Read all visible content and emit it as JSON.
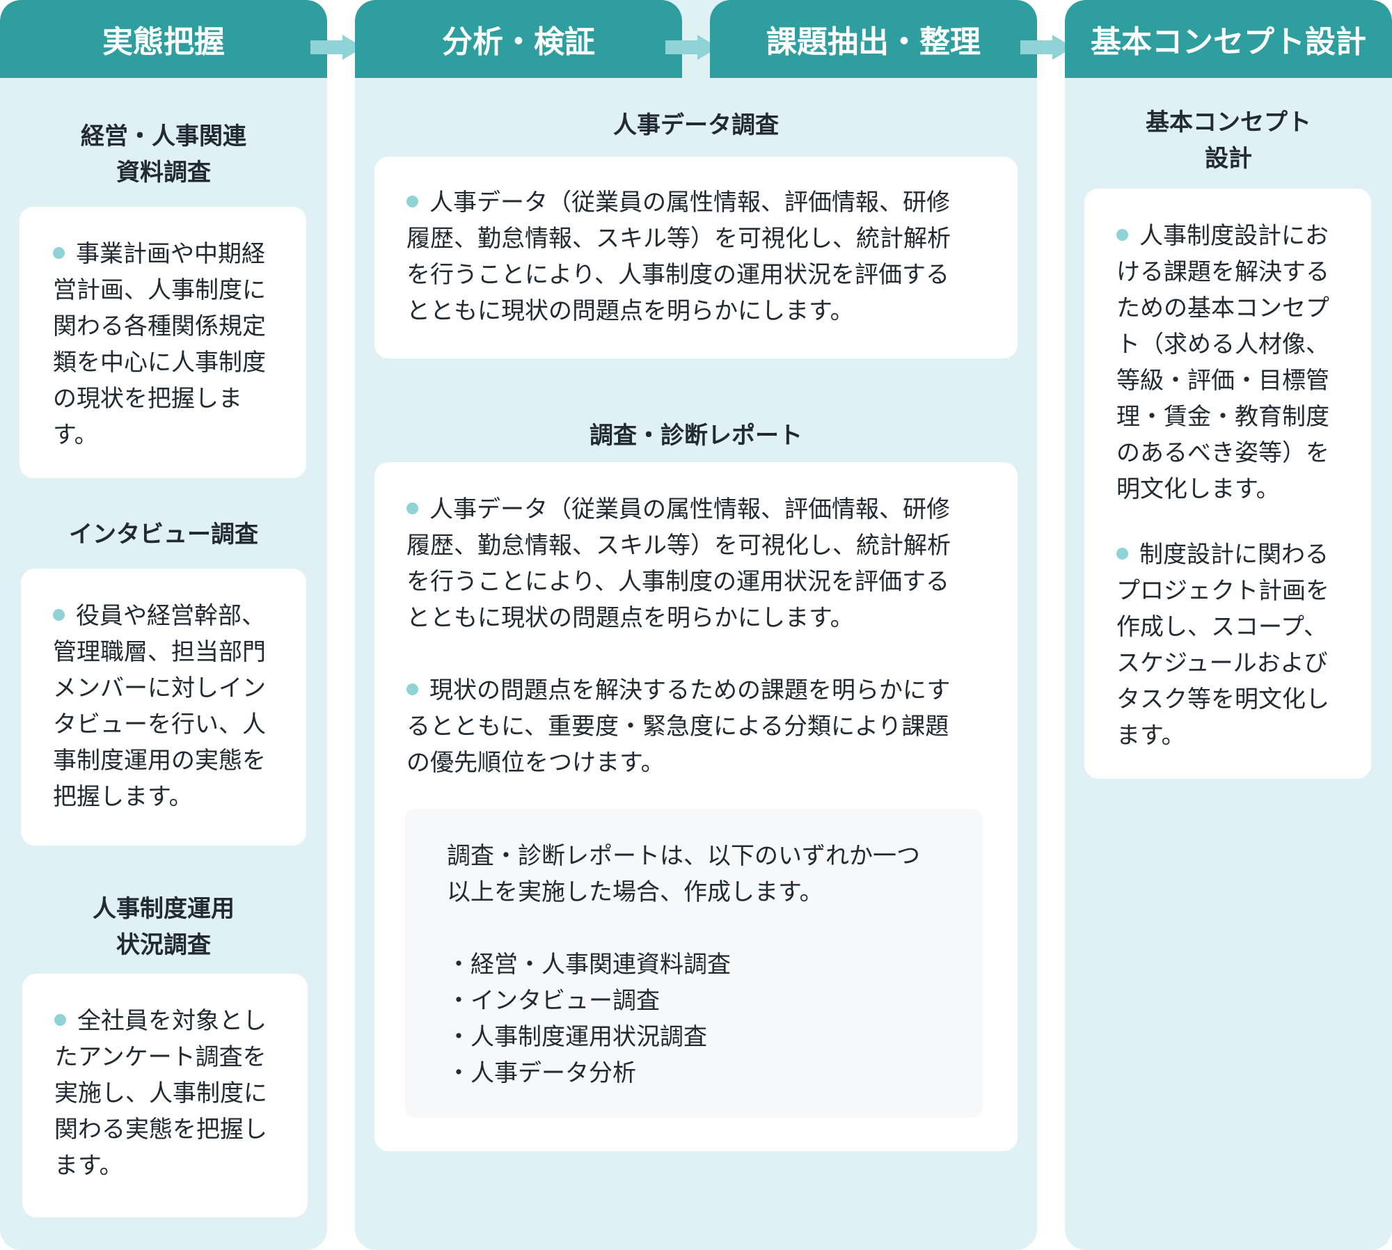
{
  "colors": {
    "header_bg": "#2f9e9e",
    "column_bg": "#dff1f5",
    "card_bg": "#ffffff",
    "bullet": "#8fd3d7",
    "arrow": "#8fd3d7",
    "note_bg": "#f6f8fa"
  },
  "flow": {
    "step1": {
      "header": "実態把握",
      "sections": [
        {
          "title": [
            "経営・人事関連",
            "資料調査"
          ],
          "lines": [
            "事業計画や中期経",
            "営計画、人事制度に",
            "関わる各種関係規定",
            "類を中心に人事制度",
            "の現状を把握しま",
            "す。"
          ]
        },
        {
          "title": [
            "インタビュー調査"
          ],
          "lines": [
            "役員や経営幹部、",
            "管理職層、担当部門",
            "メンバーに対しイン",
            "タビューを行い、人",
            "事制度運用の実態を",
            "把握します。"
          ]
        },
        {
          "title": [
            "人事制度運用",
            "状況調査"
          ],
          "lines": [
            "全社員を対象とし",
            "たアンケート調査を",
            "実施し、人事制度に",
            "関わる実態を把握し",
            "ます。"
          ]
        }
      ]
    },
    "step2": {
      "header": "分析・検証",
      "section1": {
        "title": "人事データ調査",
        "lines": [
          "人事データ（従業員の属性情報、評価情報、研修",
          "履歴、勤怠情報、スキル等）を可視化し、統計解析",
          "を行うことにより、人事制度の運用状況を評価する",
          "とともに現状の問題点を明らかにします。"
        ]
      },
      "section2": {
        "title": "調査・診断レポート",
        "para1": [
          "人事データ（従業員の属性情報、評価情報、研修",
          "履歴、勤怠情報、スキル等）を可視化し、統計解析",
          "を行うことにより、人事制度の運用状況を評価する",
          "とともに現状の問題点を明らかにします。"
        ],
        "para2": [
          "現状の問題点を解決するための課題を明らかにす",
          "るとともに、重要度・緊急度による分類により課題",
          "の優先順位をつけます。"
        ],
        "note": {
          "intro": [
            "調査・診断レポートは、以下のいずれか一つ",
            "以上を実施した場合、作成します。"
          ],
          "items": [
            "・経営・人事関連資料調査",
            "・インタビュー調査",
            "・人事制度運用状況調査",
            "・人事データ分析"
          ]
        }
      }
    },
    "step3": {
      "header": "課題抽出・整理"
    },
    "step4": {
      "header": "基本コンセプト設計",
      "section": {
        "title": [
          "基本コンセプト",
          "設計"
        ],
        "para1": [
          "人事制度設計にお",
          "ける課題を解決する",
          "ための基本コンセプ",
          "ト（求める人材像、",
          "等級・評価・目標管",
          "理・賃金・教育制度",
          "のあるべき姿等）を",
          "明文化します。"
        ],
        "para2": [
          "制度設計に関わる",
          "プロジェクト計画を",
          "作成し、スコープ、",
          "スケジュールおよび",
          "タスク等を明文化し",
          "ます。"
        ]
      }
    }
  }
}
